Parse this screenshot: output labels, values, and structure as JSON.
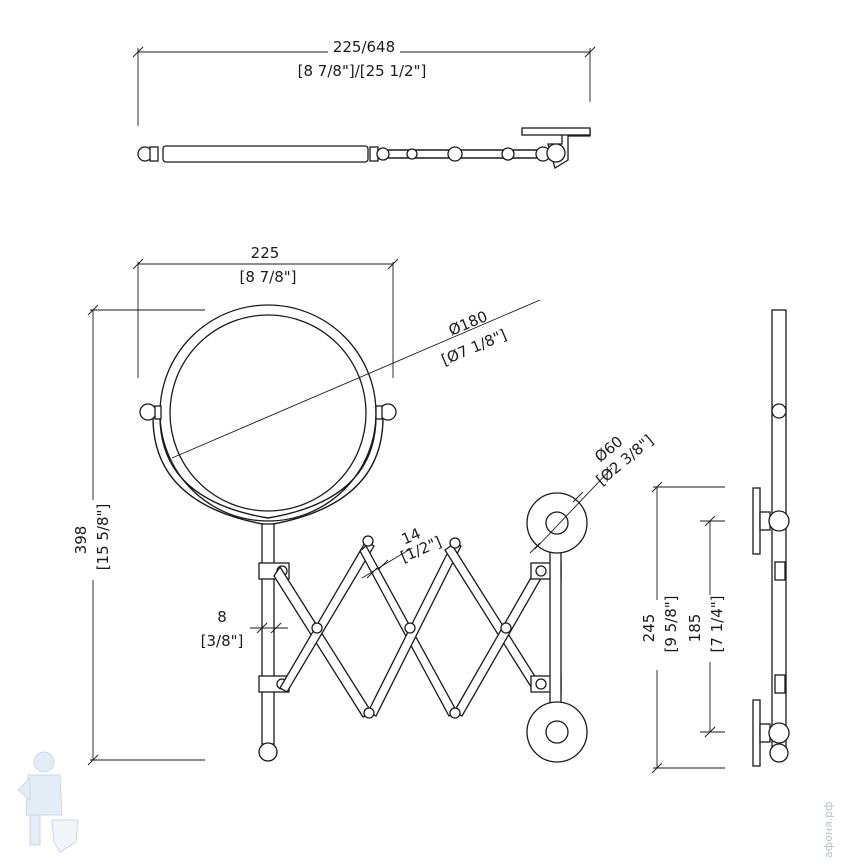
{
  "dimensions": {
    "top_width_mm": "225/648",
    "top_width_in": "[8 7/8\"]/[25 1/2\"]",
    "mirror_width_mm": "225",
    "mirror_width_in": "[8 7/8\"]",
    "mirror_diameter_mm": "Ø180",
    "mirror_diameter_in": "[Ø7 1/8\"]",
    "height_mm": "398",
    "height_in": "[15 5/8\"]",
    "arm_spacing_mm": "8",
    "arm_spacing_in": "[3/8\"]",
    "arm_width_mm": "14",
    "arm_width_in": "[1/2\"]",
    "flange_diameter_mm": "Ø60",
    "flange_diameter_in": "[Ø2 3/8\"]",
    "mount_height_mm": "245",
    "mount_height_in": "[9 5/8\"]",
    "mount_spacing_mm": "185",
    "mount_spacing_in": "[7 1/4\"]"
  },
  "watermark": {
    "text": "афоня.рф"
  }
}
